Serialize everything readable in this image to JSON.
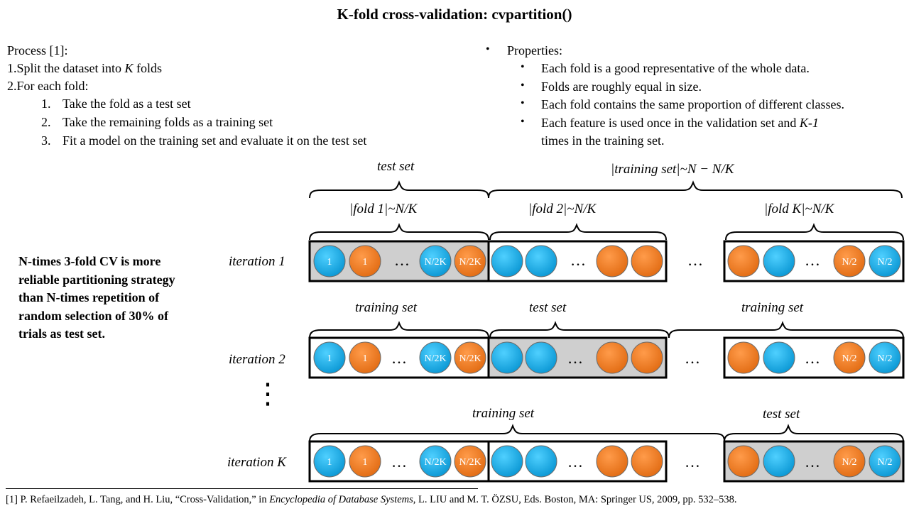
{
  "title": "K-fold cross-validation: cvpartition()",
  "process": {
    "heading": "Process [1]:",
    "step1_prefix": "1.Split the dataset into ",
    "step1_k": "K",
    "step1_suffix": " folds",
    "step2": "2.For each fold:",
    "substeps": [
      {
        "num": "1.",
        "text": "Take the fold as a test set"
      },
      {
        "num": "2.",
        "text": "Take the remaining folds as a training set"
      },
      {
        "num": "3.",
        "text": "Fit a model on the training set and evaluate it on the test set"
      }
    ]
  },
  "properties": {
    "heading": "Properties:",
    "items": [
      "Each fold is a good representative of the whole data.",
      "Folds are roughly equal in size.",
      "Each fold contains the same proportion of different classes."
    ],
    "last_item": {
      "part1": "Each feature is used once in the validation set and ",
      "k": "K-1",
      "part2": "times in the training set."
    }
  },
  "note": "N-times 3-fold CV is more reliable partitioning strategy than N-times repetition of random selection of 30% of trials as test set.",
  "diagram": {
    "top_test_label": "test set",
    "top_train_label": "|training set|~N − N/K",
    "fold_labels": [
      "|fold 1|~N/K",
      "|fold 2|~N/K",
      "|fold K|~N/K"
    ],
    "iteration_labels": [
      "iteration 1",
      "iteration 2",
      "iteration K"
    ],
    "iteration2_labels": [
      "training set",
      "test set",
      "training set"
    ],
    "iterationK_labels": [
      "training set",
      "test set"
    ],
    "ball_labels": [
      "1",
      "1",
      "N/2K",
      "N/2K",
      "N/2",
      "N/2"
    ],
    "ellipsis": "…",
    "vertical_dots": "⋮",
    "colors": {
      "blue": "#1ab0e8",
      "orange": "#f07f26",
      "gray": "#cfcfcf"
    }
  },
  "reference": {
    "part1": "[1] P. Refaeilzadeh, L. Tang, and H. Liu, “Cross-Validation,” in ",
    "italic": "Encyclopedia of Database Systems",
    "part2": ", L. LIU and M. T. ÖZSU, Eds. Boston, MA: Springer US, 2009, pp. 532–538."
  }
}
